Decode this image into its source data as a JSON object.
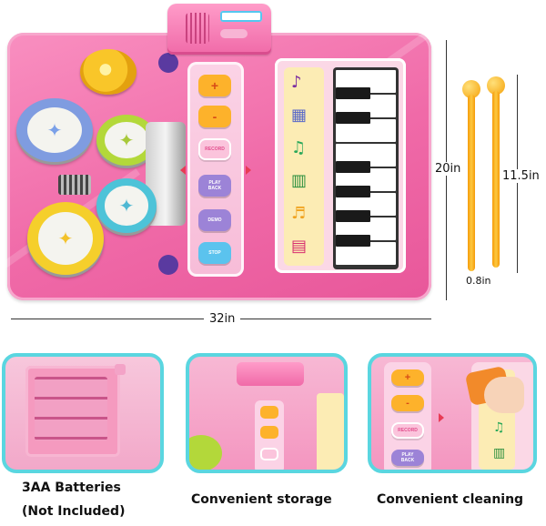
{
  "dimensions": {
    "width": "32in",
    "height": "20in",
    "mallet_length": "11.5in",
    "mallet_width": "0.8in"
  },
  "controls": {
    "plus": "+",
    "minus": "-",
    "record": "RECORD",
    "play_back_line1": "PLAY",
    "play_back_line2": "BACK",
    "demo": "DEMO",
    "stop": "STOP"
  },
  "features": [
    {
      "caption_line1": "3AA Batteries",
      "caption_line2": "(Not Included)"
    },
    {
      "caption_line1": "Convenient storage"
    },
    {
      "caption_line1": "Convenient cleaning"
    }
  ],
  "thumbnail_controls": {
    "record": "RECORD",
    "play_back_line1": "PLAY",
    "play_back_line2": "BACK"
  },
  "colors": {
    "mat_pink": "#f06aa8",
    "accent_cyan": "#5ad6e0",
    "mallet_orange": "#fdb22b"
  },
  "icons": [
    "guitar-icon",
    "xylophone-icon",
    "saxophone-icon",
    "accordion-icon",
    "trumpet-icon",
    "piano-icon"
  ]
}
